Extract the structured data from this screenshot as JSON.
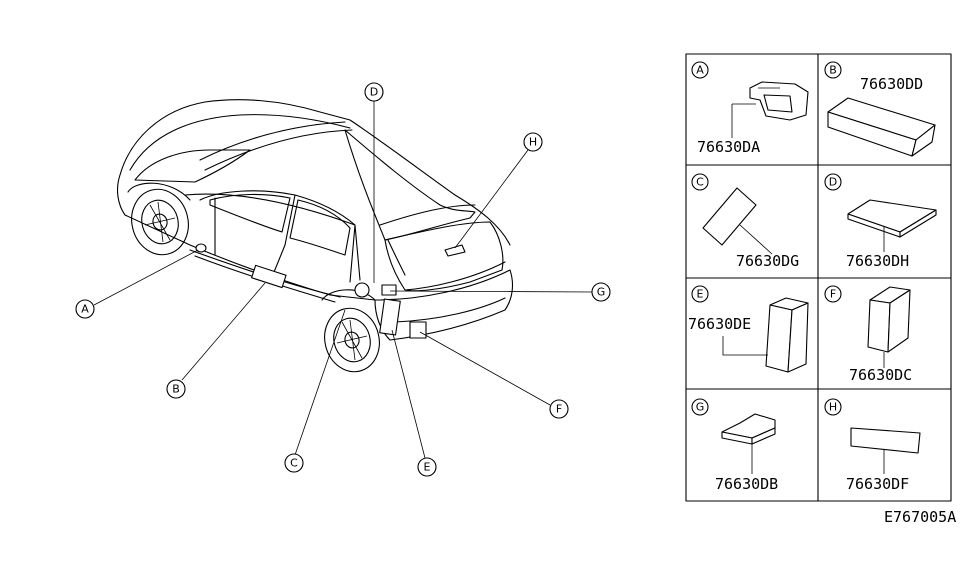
{
  "callouts": [
    "A",
    "B",
    "C",
    "D",
    "E",
    "F",
    "G",
    "H"
  ],
  "panels": [
    {
      "letter": "A",
      "part_number": "76630DA"
    },
    {
      "letter": "B",
      "part_number": "76630DD"
    },
    {
      "letter": "C",
      "part_number": "76630DG"
    },
    {
      "letter": "D",
      "part_number": "76630DH"
    },
    {
      "letter": "E",
      "part_number": "76630DE"
    },
    {
      "letter": "F",
      "part_number": "76630DC"
    },
    {
      "letter": "G",
      "part_number": "76630DB"
    },
    {
      "letter": "H",
      "part_number": "76630DF"
    }
  ],
  "reference_code": "E767005A"
}
